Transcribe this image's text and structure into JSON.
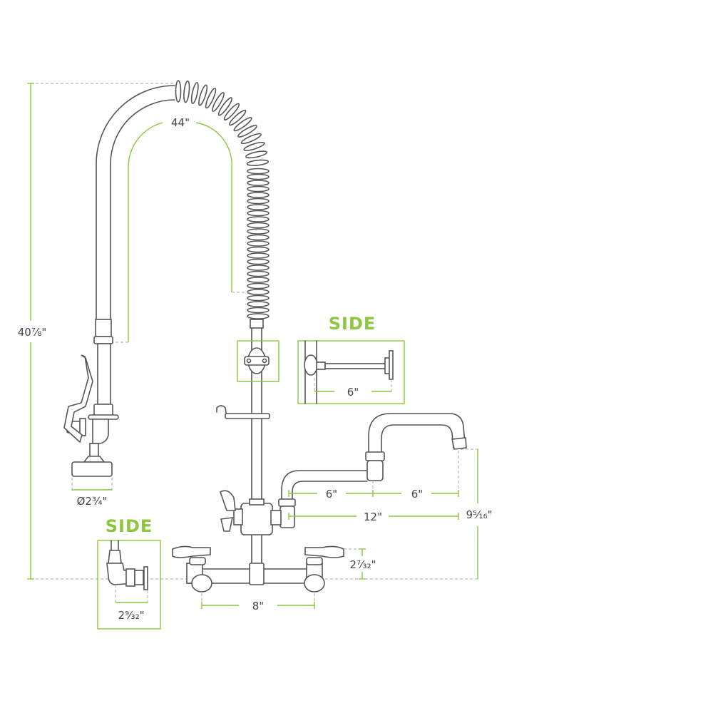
{
  "colors": {
    "accent": "#8dc63f",
    "line": "#555555"
  },
  "labels": {
    "hose_length": "44\"",
    "overall_height": "40⅞\"",
    "spray_diameter": "Ø2¾\"",
    "side_view_1": "SIDE",
    "bracket_depth": "6\"",
    "side_view_2": "SIDE",
    "inlet_depth": "2⁹⁄₃₂\"",
    "centers": "8\"",
    "handle_height": "2⁷⁄₃₂\"",
    "spout_seg_1": "6\"",
    "spout_seg_2": "6\"",
    "spout_reach": "12\"",
    "spout_height": "9⁵⁄₁₆\""
  }
}
